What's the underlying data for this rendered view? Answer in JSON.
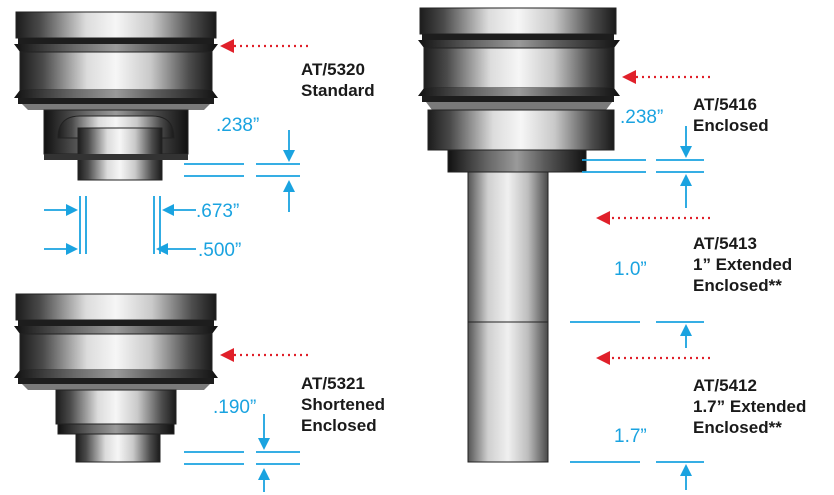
{
  "colors": {
    "dimension": "#1aa3e0",
    "arrow_red": "#e0202a",
    "label": "#1a1a1a"
  },
  "parts": [
    {
      "lines": [
        "AT/5320",
        "Standard"
      ]
    },
    {
      "lines": [
        "AT/5321",
        "Shortened",
        "Enclosed"
      ]
    },
    {
      "lines": [
        "AT/5416",
        "Enclosed"
      ]
    },
    {
      "lines": [
        "AT/5413",
        "1” Extended",
        "Enclosed**"
      ]
    },
    {
      "lines": [
        "AT/5412",
        "1.7” Extended",
        "Enclosed**"
      ]
    }
  ],
  "dimensions": {
    "d238_left": ".238”",
    "d673": ".673”",
    "d500": ".500”",
    "d190": ".190”",
    "d238_right": ".238”",
    "d10": "1.0”",
    "d17": "1.7”"
  },
  "icons": {
    "pointer": "red-dotted-pointer-icon",
    "dimension_arrow": "blue-arrow-icon"
  }
}
